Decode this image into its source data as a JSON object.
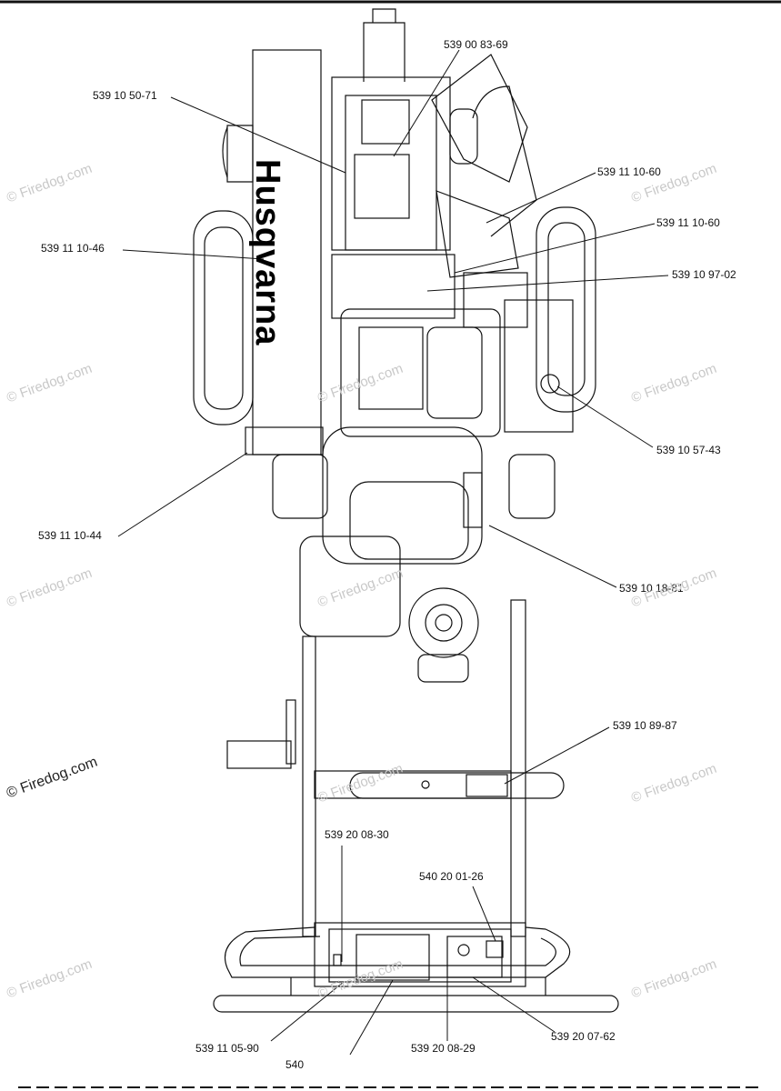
{
  "part_labels": {
    "p1": "539 00 83-69",
    "p2": "539 10 50-71",
    "p3": "539 11 10-60",
    "p4": "539 11 10-60",
    "p5": "539 11 10-46",
    "p6": "539 10 97-02",
    "p7": "539 10 57-43",
    "p8": "539 11 10-44",
    "p9": "539 10 18-81",
    "p10": "539 10 89-87",
    "p11": "539 20 08-30",
    "p12": "540 20 01-26",
    "p13": "539 11 05-90",
    "p14": "540",
    "p15": "539 20 08-29",
    "p16": "539 20 07-62"
  },
  "decal": {
    "brand": "Husqvarna"
  },
  "watermark": {
    "text": "© Firedog.com"
  },
  "colors": {
    "line": "#111111",
    "watermark": "#c8c8c8"
  }
}
